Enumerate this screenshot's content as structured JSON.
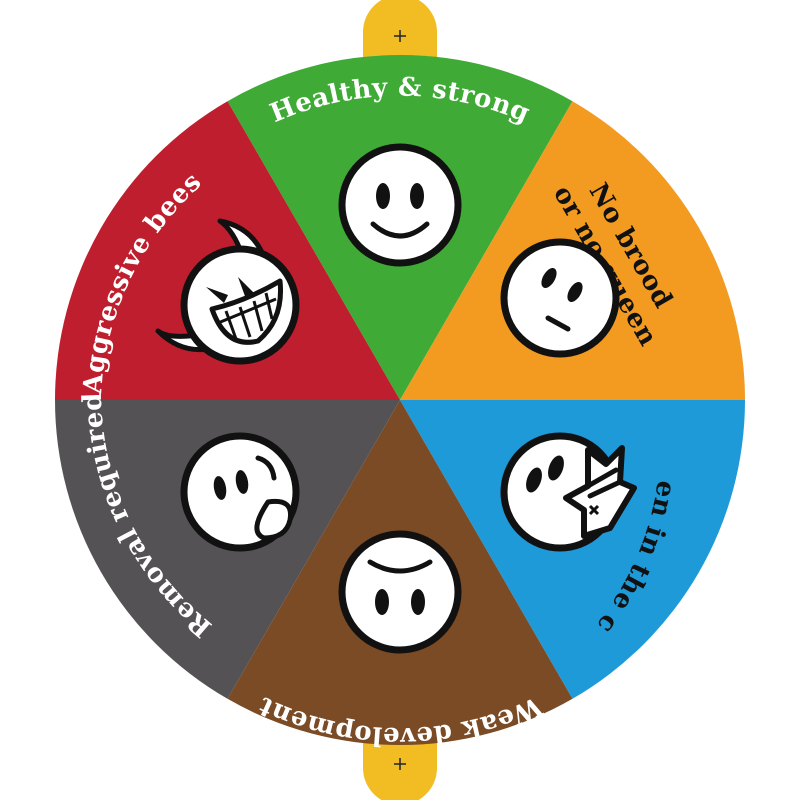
{
  "segments": [
    {
      "id": "healthy",
      "label": "Healthy & strong",
      "color": "#3faa36",
      "text_color": "#ffffff",
      "icon": "smiling-face-icon"
    },
    {
      "id": "no-brood",
      "label_lines": [
        "No brood",
        "or no queen"
      ],
      "color": "#f29b20",
      "text_color": "#111111",
      "icon": "neutral-face-icon"
    },
    {
      "id": "queen-cage",
      "label": "Queen in the cage",
      "color": "#1f9ad9",
      "text_color": "#111111",
      "icon": "crowned-face-icon"
    },
    {
      "id": "weak",
      "label": "Weak development",
      "color": "#7a4b25",
      "text_color": "#ffffff",
      "icon": "frowning-face-icon"
    },
    {
      "id": "removal",
      "label": "Removal required",
      "color": "#545254",
      "text_color": "#ffffff",
      "icon": "sick-face-icon"
    },
    {
      "id": "aggressive",
      "label": "Aggressive bees",
      "color": "#be1e2d",
      "text_color": "#ffffff",
      "icon": "devil-face-icon"
    }
  ],
  "tabs": {
    "color": "#f2bd23",
    "marker": "plus-icon"
  },
  "outline_color": "#111111"
}
